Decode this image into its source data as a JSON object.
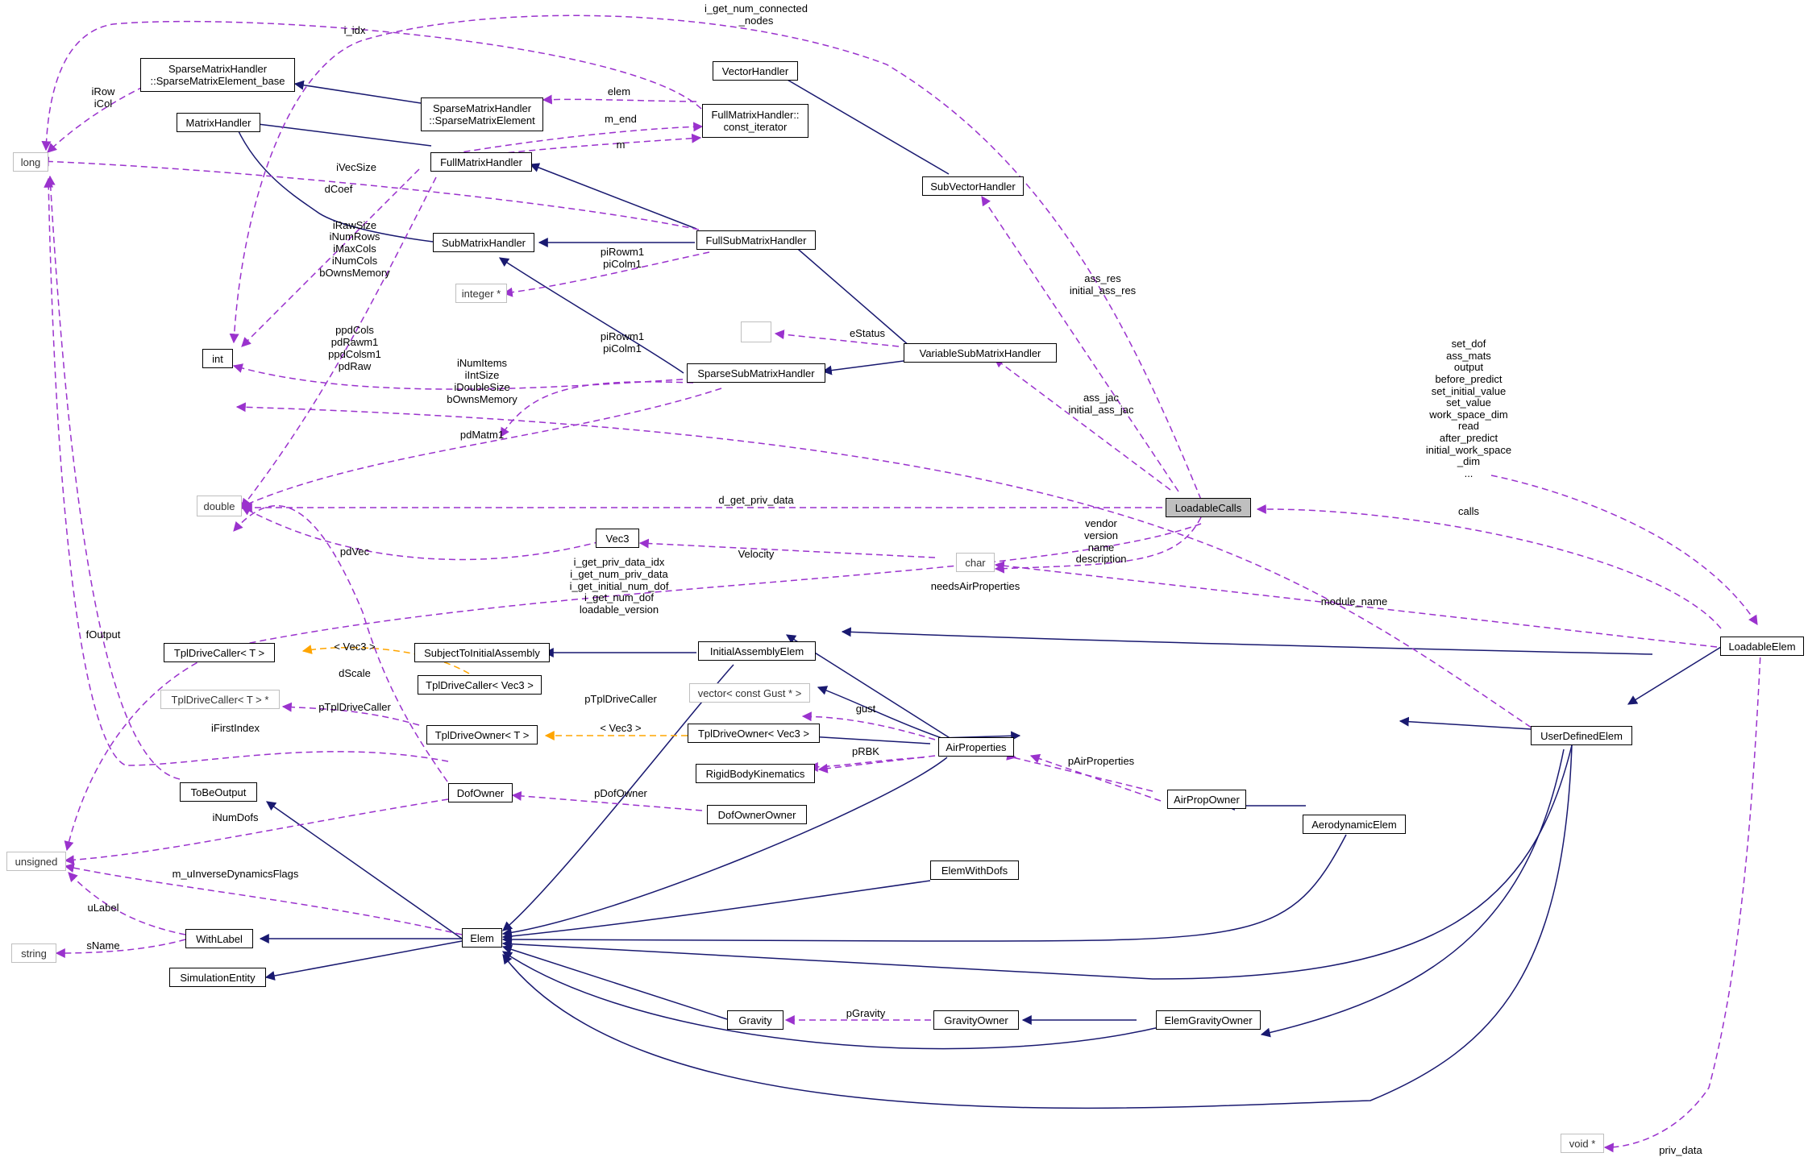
{
  "colors": {
    "inherit": "#191970",
    "member": "#9a32cd",
    "template": "#ffa500",
    "node_border": "#000000",
    "ghost_border": "#bfbfbf",
    "highlight_fill": "#bfbfbf"
  },
  "nodes": {
    "long": "long",
    "smh_elem_base": [
      "SparseMatrixHandler",
      "::SparseMatrixElement_base"
    ],
    "matrix_handler": "MatrixHandler",
    "smh_elem": [
      "SparseMatrixHandler",
      "::SparseMatrixElement"
    ],
    "full_matrix_handler": "FullMatrixHandler",
    "vector_handler": "VectorHandler",
    "fmh_const_iter": [
      "FullMatrixHandler::",
      "const_iterator"
    ],
    "sub_vector_handler": "SubVectorHandler",
    "sub_matrix_handler": "SubMatrixHandler",
    "full_sub_matrix_handler": "FullSubMatrixHandler",
    "integer_ptr": "integer *",
    "int": "int",
    "empty": "",
    "variable_sub_matrix_handler": "VariableSubMatrixHandler",
    "sparse_sub_matrix_handler": "SparseSubMatrixHandler",
    "double": "double",
    "loadable_calls": "LoadableCalls",
    "vec3": "Vec3",
    "char": "char",
    "tpl_drive_caller_t": "TplDriveCaller< T >",
    "subject_initial_assembly": "SubjectToInitialAssembly",
    "initial_assembly_elem": "InitialAssemblyElem",
    "loadable_elem": "LoadableElem",
    "tpl_drive_caller_vec3": "TplDriveCaller< Vec3 >",
    "vector_gust": "vector< const Gust * >",
    "tpl_drive_caller_t_ptr": "TplDriveCaller< T > *",
    "tpl_drive_owner_t": "TplDriveOwner< T >",
    "tpl_drive_owner_vec3": "TplDriveOwner< Vec3 >",
    "air_properties": "AirProperties",
    "user_defined_elem": "UserDefinedElem",
    "rigid_body_kinematics": "RigidBodyKinematics",
    "to_be_output": "ToBeOutput",
    "dof_owner": "DofOwner",
    "air_prop_owner": "AirPropOwner",
    "dof_owner_owner": "DofOwnerOwner",
    "aerodynamic_elem": "AerodynamicElem",
    "unsigned": "unsigned",
    "elem_with_dofs": "ElemWithDofs",
    "with_label": "WithLabel",
    "elem": "Elem",
    "string": "string",
    "simulation_entity": "SimulationEntity",
    "gravity": "Gravity",
    "gravity_owner": "GravityOwner",
    "elem_gravity_owner": "ElemGravityOwner",
    "void_ptr": "void *"
  },
  "labels": {
    "i_get_num_connected": [
      "i_get_num_connected",
      "_nodes"
    ],
    "i_idx": "i_idx",
    "irow_icol": [
      "iRow",
      "iCol"
    ],
    "elem": "elem",
    "m_end": "m_end",
    "m": "m",
    "ivecsize": "iVecSize",
    "dcoef": "dCoef",
    "rawsize_group": [
      "iRawSize",
      "iNumRows",
      "iMaxCols",
      "iNumCols",
      "bOwnsMemory"
    ],
    "pirowm1_a": [
      "piRowm1",
      "piColm1"
    ],
    "ass_res": [
      "ass_res",
      "initial_ass_res"
    ],
    "pirowm1_b": [
      "piRowm1",
      "piColm1"
    ],
    "ppdcols_group": [
      "ppdCols",
      "pdRawm1",
      "ppdColsm1",
      "pdRaw"
    ],
    "estatus": "eStatus",
    "inumitems_group": [
      "iNumItems",
      "iIntSize",
      "iDoubleSize",
      "bOwnsMemory"
    ],
    "set_dof_group": [
      "set_dof",
      "ass_mats",
      "output",
      "before_predict",
      "set_initial_value",
      "set_value",
      "work_space_dim",
      "read",
      "after_predict",
      "initial_work_space",
      "_dim",
      "..."
    ],
    "ass_jac": [
      "ass_jac",
      "initial_ass_jac"
    ],
    "pdmatm1": "pdMatm1",
    "d_get_priv_data": "d_get_priv_data",
    "calls": "calls",
    "vendor_group": [
      "vendor",
      "version",
      "name",
      "description"
    ],
    "pdvec": "pdVec",
    "velocity": "Velocity",
    "i_get_priv_group": [
      "i_get_priv_data_idx",
      "i_get_num_priv_data",
      "i_get_initial_num_dof",
      "i_get_num_dof",
      "loadable_version"
    ],
    "needs_air": "needsAirProperties",
    "module_name": "module_name",
    "foutput": "fOutput",
    "vec3_tpl_a": "< Vec3 >",
    "dscale": "dScale",
    "ptpldrivecaller_a": "pTplDriveCaller",
    "ptpldrivecaller_b": "pTplDriveCaller",
    "gust": "gust",
    "ifirstindex": "iFirstIndex",
    "vec3_tpl_b": "< Vec3 >",
    "prbk": "pRBK",
    "pairproperties": "pAirProperties",
    "pdofowner": "pDofOwner",
    "inumdofs": "iNumDofs",
    "m_uinverse": "m_uInverseDynamicsFlags",
    "ulabel": "uLabel",
    "sname": "sName",
    "pgravity": "pGravity",
    "priv_data": "priv_data"
  }
}
